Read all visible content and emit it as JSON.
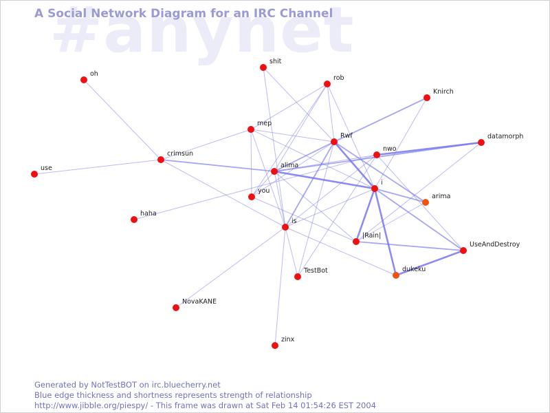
{
  "title": "A Social Network Diagram for an IRC Channel",
  "watermark": "#anynet",
  "footer": {
    "line1": "Generated by NotTestBOT on irc.bluecherry.net",
    "line2": "Blue edge thickness and shortness represents strength of relationship",
    "line3": "http://www.jibble.org/piespy/ - This frame was drawn at Sat Feb 14 01:54:26 EST 2004"
  },
  "colors": {
    "node_red": "#ee1111",
    "node_orange": "#ee5511",
    "edge": "#7777ee",
    "title": "#9a9ad8",
    "watermark": "#ececf9",
    "footer": "#7070c0"
  },
  "nodes": [
    {
      "id": "oh",
      "label": "oh"
    },
    {
      "id": "shit",
      "label": "shit"
    },
    {
      "id": "rob",
      "label": "rob"
    },
    {
      "id": "Knirch",
      "label": "Knirch"
    },
    {
      "id": "mep",
      "label": "mep"
    },
    {
      "id": "Rwf",
      "label": "Rwf"
    },
    {
      "id": "datamorph",
      "label": "datamorph"
    },
    {
      "id": "nwo",
      "label": "nwo"
    },
    {
      "id": "crimsun",
      "label": "crimsun"
    },
    {
      "id": "use",
      "label": "use"
    },
    {
      "id": "alima",
      "label": "alima"
    },
    {
      "id": "i",
      "label": "i"
    },
    {
      "id": "you",
      "label": "you"
    },
    {
      "id": "arima",
      "label": "arima"
    },
    {
      "id": "haha",
      "label": "haha"
    },
    {
      "id": "is",
      "label": "is"
    },
    {
      "id": "Rain",
      "label": "|Rain|"
    },
    {
      "id": "UseAndDestroy",
      "label": "UseAndDestroy"
    },
    {
      "id": "TestBot",
      "label": "TestBot"
    },
    {
      "id": "dukeku",
      "label": "dukeku"
    },
    {
      "id": "NovaKANE",
      "label": "NovaKANE"
    },
    {
      "id": "zinx",
      "label": "zinx"
    }
  ],
  "edges": [
    {
      "from": "oh",
      "to": "crimsun",
      "weight": 1
    },
    {
      "from": "use",
      "to": "crimsun",
      "weight": 1
    },
    {
      "from": "crimsun",
      "to": "mep",
      "weight": 1
    },
    {
      "from": "crimsun",
      "to": "alima",
      "weight": 2
    },
    {
      "from": "crimsun",
      "to": "is",
      "weight": 1
    },
    {
      "from": "shit",
      "to": "Rwf",
      "weight": 1
    },
    {
      "from": "shit",
      "to": "is",
      "weight": 1
    },
    {
      "from": "rob",
      "to": "mep",
      "weight": 1
    },
    {
      "from": "rob",
      "to": "Rwf",
      "weight": 1
    },
    {
      "from": "rob",
      "to": "alima",
      "weight": 1
    },
    {
      "from": "rob",
      "to": "you",
      "weight": 1
    },
    {
      "from": "rob",
      "to": "i",
      "weight": 1
    },
    {
      "from": "Knirch",
      "to": "Rwf",
      "weight": 2
    },
    {
      "from": "Knirch",
      "to": "i",
      "weight": 1
    },
    {
      "from": "mep",
      "to": "Rwf",
      "weight": 1
    },
    {
      "from": "mep",
      "to": "you",
      "weight": 1
    },
    {
      "from": "mep",
      "to": "is",
      "weight": 1
    },
    {
      "from": "mep",
      "to": "i",
      "weight": 1
    },
    {
      "from": "Rwf",
      "to": "alima",
      "weight": 2
    },
    {
      "from": "Rwf",
      "to": "i",
      "weight": 3
    },
    {
      "from": "Rwf",
      "to": "arima",
      "weight": 2
    },
    {
      "from": "Rwf",
      "to": "is",
      "weight": 2
    },
    {
      "from": "Rwf",
      "to": "you",
      "weight": 1
    },
    {
      "from": "Rwf",
      "to": "TestBot",
      "weight": 1
    },
    {
      "from": "datamorph",
      "to": "nwo",
      "weight": 3
    },
    {
      "from": "datamorph",
      "to": "alima",
      "weight": 2
    },
    {
      "from": "datamorph",
      "to": "Rain",
      "weight": 1
    },
    {
      "from": "nwo",
      "to": "alima",
      "weight": 1
    },
    {
      "from": "nwo",
      "to": "is",
      "weight": 1
    },
    {
      "from": "nwo",
      "to": "haha",
      "weight": 1
    },
    {
      "from": "nwo",
      "to": "UseAndDestroy",
      "weight": 1
    },
    {
      "from": "nwo",
      "to": "TestBot",
      "weight": 1
    },
    {
      "from": "alima",
      "to": "i",
      "weight": 3
    },
    {
      "from": "alima",
      "to": "is",
      "weight": 1
    },
    {
      "from": "alima",
      "to": "Rain",
      "weight": 1
    },
    {
      "from": "alima",
      "to": "you",
      "weight": 1
    },
    {
      "from": "i",
      "to": "arima",
      "weight": 2
    },
    {
      "from": "i",
      "to": "UseAndDestroy",
      "weight": 2
    },
    {
      "from": "i",
      "to": "Rain",
      "weight": 3
    },
    {
      "from": "i",
      "to": "dukeku",
      "weight": 3
    },
    {
      "from": "i",
      "to": "is",
      "weight": 1
    },
    {
      "from": "you",
      "to": "Rain",
      "weight": 1
    },
    {
      "from": "is",
      "to": "TestBot",
      "weight": 1
    },
    {
      "from": "is",
      "to": "NovaKANE",
      "weight": 1
    },
    {
      "from": "is",
      "to": "zinx",
      "weight": 1
    },
    {
      "from": "is",
      "to": "dukeku",
      "weight": 1
    },
    {
      "from": "Rain",
      "to": "UseAndDestroy",
      "weight": 2
    },
    {
      "from": "Rain",
      "to": "arima",
      "weight": 1
    },
    {
      "from": "UseAndDestroy",
      "to": "dukeku",
      "weight": 3
    }
  ]
}
